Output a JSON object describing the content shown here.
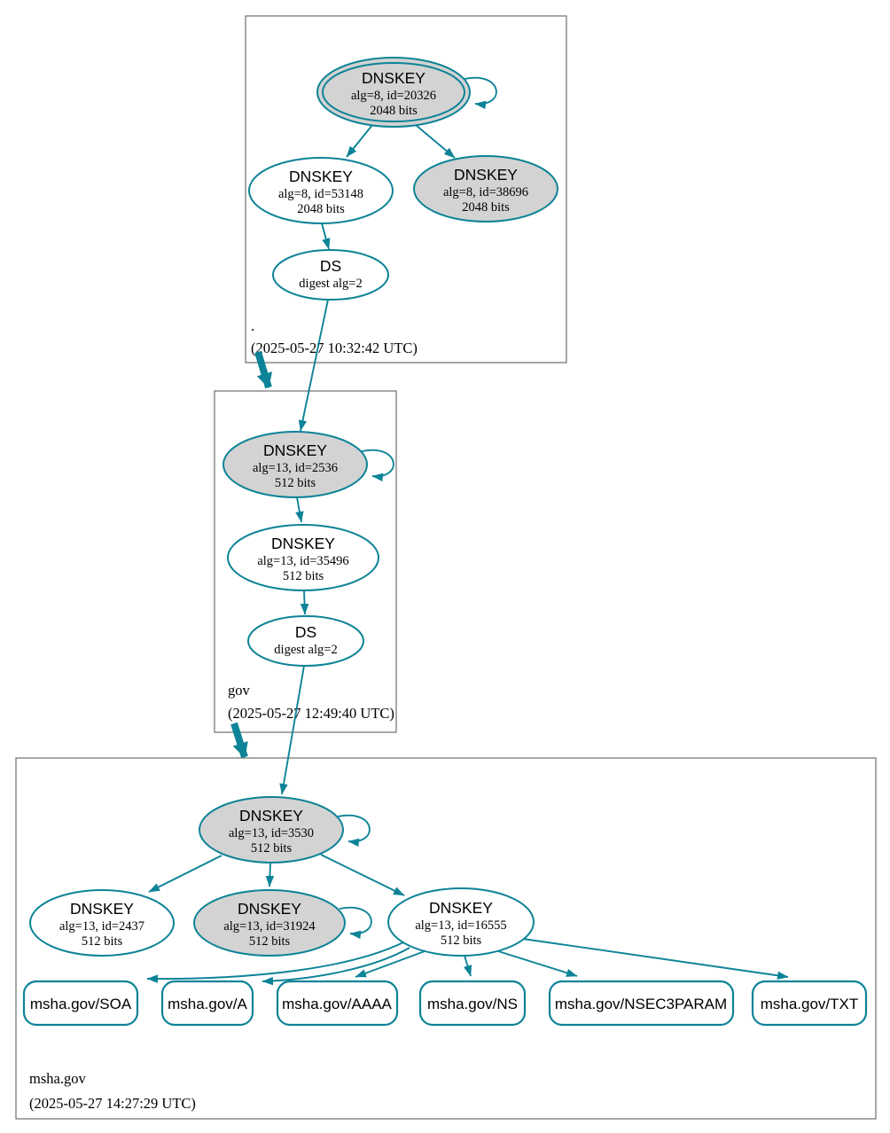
{
  "colors": {
    "secure_teal": "#0d8397",
    "ksk_fill": "#d3d3d3",
    "cluster_border": "#6e6e6e"
  },
  "zones": {
    "root": {
      "label": ".",
      "timestamp": "(2025-05-27 10:32:42 UTC)"
    },
    "gov": {
      "label": "gov",
      "timestamp": "(2025-05-27 12:49:40 UTC)"
    },
    "msha": {
      "label": "msha.gov",
      "timestamp": "(2025-05-27 14:27:29 UTC)"
    }
  },
  "nodes": {
    "root_ksk": {
      "type": "DNSKEY",
      "detail": "alg=8, id=20326",
      "bits": "2048 bits"
    },
    "root_zsk": {
      "type": "DNSKEY",
      "detail": "alg=8, id=53148",
      "bits": "2048 bits"
    },
    "root_ksk_old": {
      "type": "DNSKEY",
      "detail": "alg=8, id=38696",
      "bits": "2048 bits"
    },
    "root_ds": {
      "type": "DS",
      "detail": "digest alg=2"
    },
    "gov_ksk": {
      "type": "DNSKEY",
      "detail": "alg=13, id=2536",
      "bits": "512 bits"
    },
    "gov_zsk": {
      "type": "DNSKEY",
      "detail": "alg=13, id=35496",
      "bits": "512 bits"
    },
    "gov_ds": {
      "type": "DS",
      "detail": "digest alg=2"
    },
    "msha_ksk": {
      "type": "DNSKEY",
      "detail": "alg=13, id=3530",
      "bits": "512 bits"
    },
    "msha_key_2437": {
      "type": "DNSKEY",
      "detail": "alg=13, id=2437",
      "bits": "512 bits"
    },
    "msha_key_31924": {
      "type": "DNSKEY",
      "detail": "alg=13, id=31924",
      "bits": "512 bits"
    },
    "msha_key_16555": {
      "type": "DNSKEY",
      "detail": "alg=13, id=16555",
      "bits": "512 bits"
    }
  },
  "rrsets": {
    "soa": "msha.gov/SOA",
    "a": "msha.gov/A",
    "aaaa": "msha.gov/AAAA",
    "ns": "msha.gov/NS",
    "nsec3param": "msha.gov/NSEC3PARAM",
    "txt": "msha.gov/TXT"
  }
}
